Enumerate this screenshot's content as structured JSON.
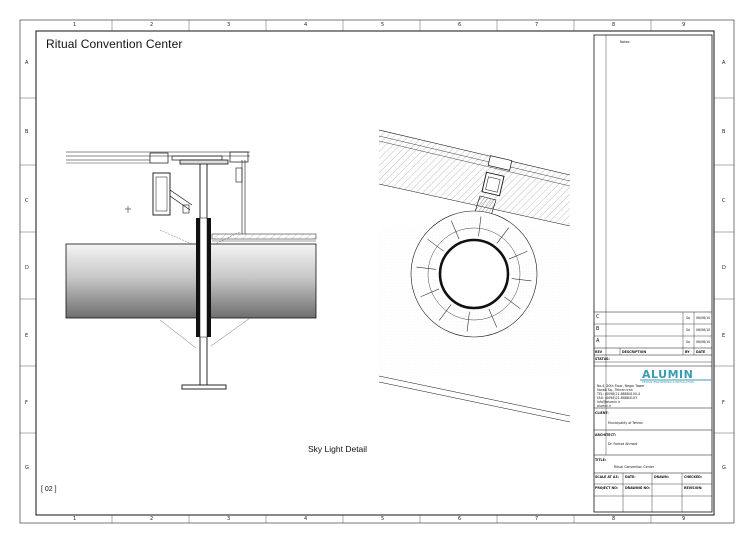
{
  "drawing": {
    "title": "Ritual Convention Center",
    "caption": "Sky Light Detail",
    "sheet_number": "[ 02 ]"
  },
  "grid": {
    "columns": [
      "1",
      "2",
      "3",
      "4",
      "5",
      "6",
      "7",
      "8",
      "9"
    ],
    "rows": [
      "A",
      "B",
      "C",
      "D",
      "E",
      "F",
      "G"
    ]
  },
  "title_block": {
    "notes_label": "Notes:",
    "revisions": [
      {
        "letter": "C",
        "by": "Sa",
        "date": "06/06/10"
      },
      {
        "letter": "B",
        "by": "Sa",
        "date": "06/06/10"
      },
      {
        "letter": "A",
        "by": "Sa",
        "date": "06/06/10"
      }
    ],
    "rev_header": {
      "rev": "REV",
      "description": "DESCRIPTION",
      "by": "BY",
      "date": "DATE"
    },
    "status_label": "STATUS:",
    "logo_text": "ALUMIN",
    "logo_sub": "DESIGN, ENGINEERING & INSTALLATION",
    "company_lines": [
      "No.4, 20th Floor, Negar Tower",
      "Vanak Sq., Tehran Iran",
      "TEL: (0098)21-88884100-4",
      "FAX: (0098)21-88884103",
      "info@alumin.ir",
      "alumin.ir"
    ],
    "client_label": "CLIENT:",
    "client": "Municipality of Tehran",
    "architect_label": "ARCHITECT:",
    "architect": "Dr. Farhad Ahmadi",
    "title_label": "TITLE:",
    "title": "Ritual Convention Center",
    "scale_label": "SCALE AT A3:",
    "date_label": "DATE:",
    "drawn_label": "DRAWN:",
    "checked_label": "CHECKED:",
    "project_label": "PROJECT NO:",
    "drawing_label": "DRAWING NO:",
    "revision_label": "REVISION:"
  },
  "colors": {
    "line": "#111111",
    "logo": "#3b9bb3",
    "hatch": "#777777"
  }
}
